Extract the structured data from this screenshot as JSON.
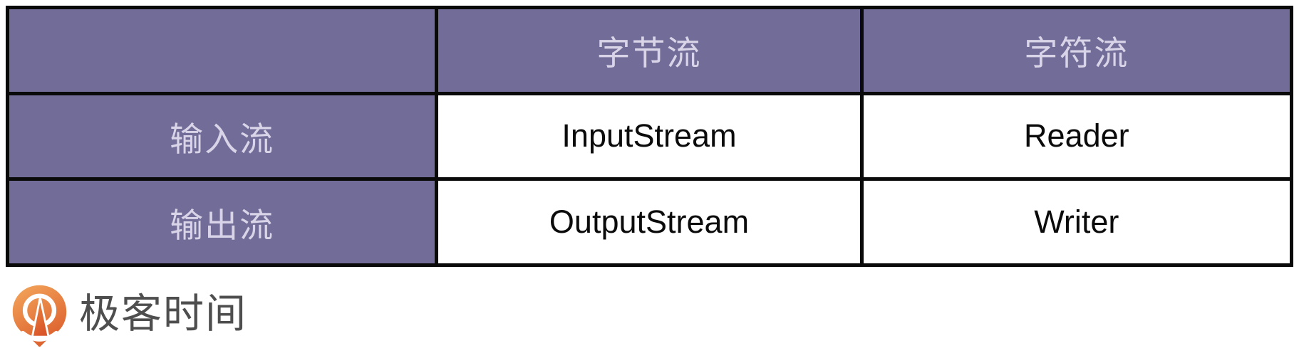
{
  "table": {
    "corner_label": "",
    "columns": [
      {
        "label": "字节流"
      },
      {
        "label": "字符流"
      }
    ],
    "rows": [
      {
        "label": "输入流",
        "byte_stream": "InputStream",
        "char_stream": "Reader"
      },
      {
        "label": "输出流",
        "byte_stream": "OutputStream",
        "char_stream": "Writer"
      }
    ]
  },
  "branding": {
    "logo_text": "极客时间",
    "logo_icon": "geektime-pin-icon"
  },
  "colors": {
    "header_bg": "#716D98",
    "header_text": "#D9D4E8",
    "cell_bg": "#FFFFFF",
    "cell_text": "#0B0B0B",
    "border": "#0A0A0A",
    "logo_orange_light": "#F2A259",
    "logo_orange_dark": "#DB5C2B",
    "logo_text_color": "#4E4E4E"
  }
}
